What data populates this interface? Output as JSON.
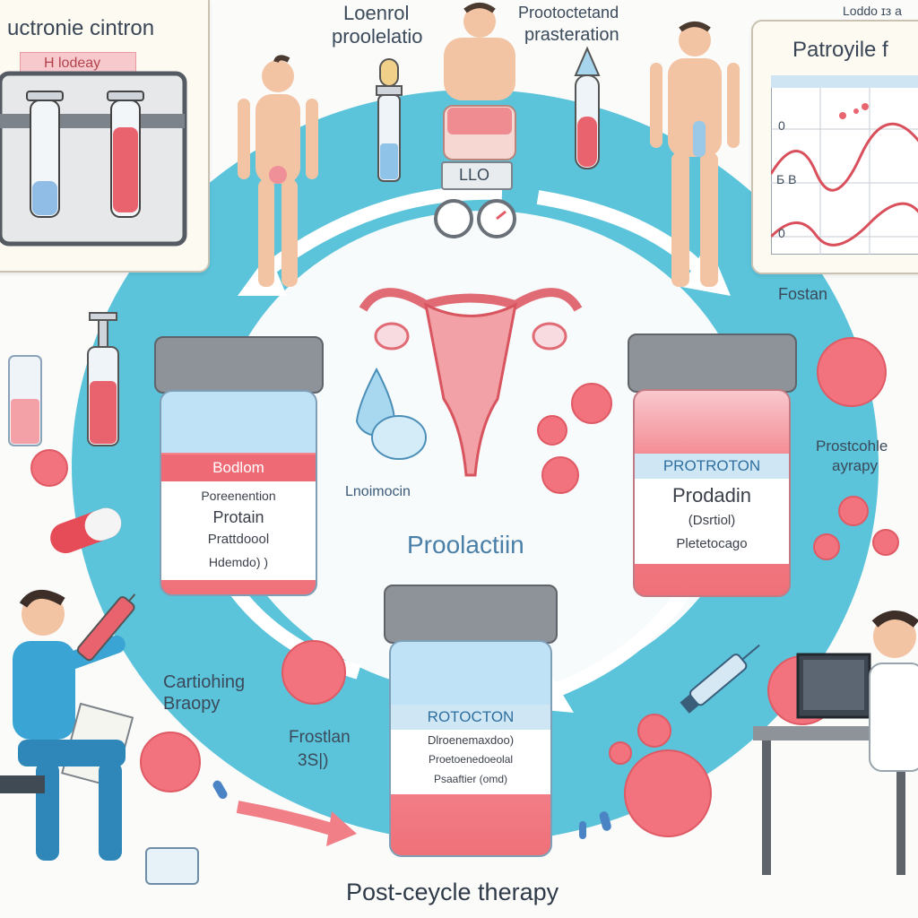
{
  "top_left_panel": {
    "title": "uctronie cintron",
    "tag": "H lodeay"
  },
  "top_center": {
    "label_left_line1": "Loenrol",
    "label_left_line2": "proolelatio",
    "label_right_line1": "Prootoctetand",
    "label_right_line2": "prasteration",
    "device_label": "LLO"
  },
  "top_right_panel": {
    "corner_text": "Loddo ɪз a",
    "title": "Patroyile f",
    "axis_labels": [
      "0",
      "Б B",
      "0"
    ]
  },
  "center": {
    "title": "Proolactiin",
    "drop_label": "Lnoimocin"
  },
  "left_jar": {
    "band": "Bodlom",
    "line1": "Poreenention",
    "line2": "Protain",
    "line3": "Prattdoool",
    "line4": "Hdemdo) )"
  },
  "right_jar": {
    "band": "PROTROTON",
    "line1": "Prodadin",
    "line2": "(Dsrtiol)",
    "line3": "Pletetocago"
  },
  "bottom_jar": {
    "band": "ROTOCTON",
    "line1": "Dlroenemaxdoo)",
    "line2": "Proetoenedoeolal",
    "line3": "Psaaftier (omd)"
  },
  "annotations": {
    "right_top": "Fostan",
    "right_mid_line1": "Prostcohle",
    "right_mid_line2": "ayrapy",
    "left_bottom_line1": "Cartiohing",
    "left_bottom_line2": "Braopy",
    "bottom_left_line1": "Frostlan",
    "bottom_left_line2": "3S|)"
  },
  "footer": {
    "caption": "Post-ceycle therapy"
  },
  "colors": {
    "cycle_blue": "#4fc0d9",
    "accent_red": "#ee6f78",
    "jar_lid": "#8b9097"
  },
  "icons": [
    "test-tube-icon",
    "syringe-icon",
    "capsule-icon",
    "uterus-icon",
    "drop-icon",
    "cell-icon",
    "monitor-icon",
    "doctor-icon",
    "chart-icon"
  ]
}
